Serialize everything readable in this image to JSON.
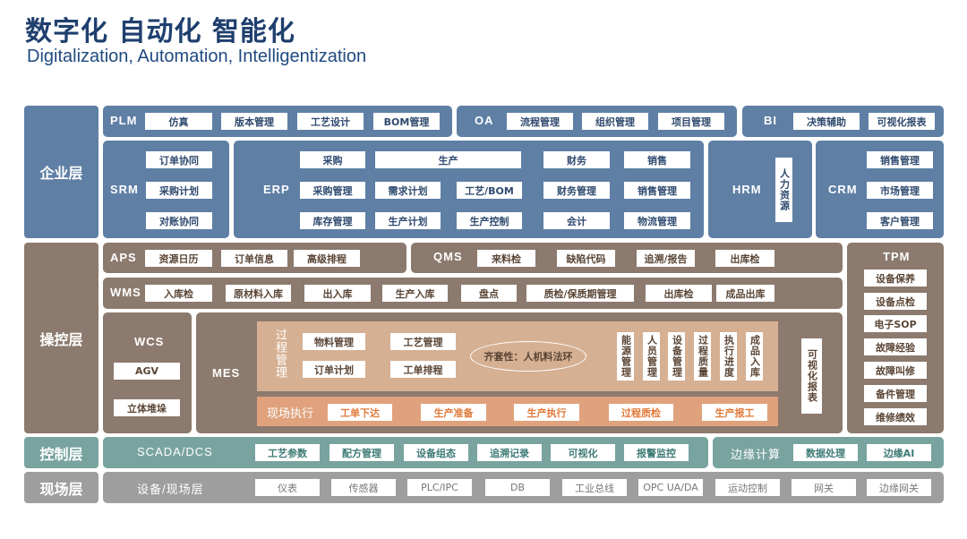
{
  "title": "数字化 自动化 智能化",
  "subtitle": "Digitalization, Automation, Intelligentization",
  "layers": [
    "企业层",
    "操控层",
    "控制层",
    "现场层"
  ],
  "plm": {
    "label": "PLM",
    "items": [
      "仿真",
      "版本管理",
      "工艺设计",
      "BOM管理"
    ]
  },
  "oa": {
    "label": "OA",
    "items": [
      "流程管理",
      "组织管理",
      "项目管理"
    ]
  },
  "bi": {
    "label": "BI",
    "items": [
      "决策辅助",
      "可视化报表"
    ]
  },
  "srm": {
    "label": "SRM",
    "items": [
      "订单协同",
      "采购计划",
      "对账协同"
    ]
  },
  "erp": {
    "label": "ERP",
    "items": [
      "采购",
      "生产",
      "财务",
      "销售",
      "采购管理",
      "需求计划",
      "工艺/BOM",
      "财务管理",
      "销售管理",
      "库存管理",
      "生产计划",
      "生产控制",
      "会计",
      "物流管理"
    ]
  },
  "hrm": {
    "label": "HRM",
    "items": [
      "人力资源"
    ]
  },
  "crm": {
    "label": "CRM",
    "items": [
      "销售管理",
      "市场管理",
      "客户管理"
    ]
  },
  "aps": {
    "label": "APS",
    "items": [
      "资源日历",
      "订单信息",
      "高级排程"
    ]
  },
  "qms": {
    "label": "QMS",
    "items": [
      "来料检",
      "缺陷代码",
      "追溯/报告",
      "出库检"
    ]
  },
  "wms": {
    "label": "WMS",
    "items": [
      "入库检",
      "原材料入库",
      "出入库",
      "生产入库",
      "盘点",
      "质检/保质期管理",
      "出库检",
      "成品出库"
    ]
  },
  "tpm": {
    "label": "TPM",
    "items": [
      "设备保养",
      "设备点检",
      "电子SOP",
      "故障经验",
      "故障叫修",
      "备件管理",
      "维修绩效"
    ]
  },
  "wcs": {
    "label": "WCS",
    "items": [
      "AGV",
      "立体堆垛"
    ]
  },
  "mes": {
    "label": "MES",
    "process_title": "过程管理",
    "process_items": [
      "物料管理",
      "订单计划",
      "工艺管理",
      "工单排程"
    ],
    "ellipse": "齐套性：人机料法环",
    "vertical_items": [
      "能源管理",
      "人员管理",
      "设备管理",
      "过程质量",
      "执行进度",
      "成品入库"
    ],
    "site_title": "现场执行",
    "site_items": [
      "工单下达",
      "生产准备",
      "生产执行",
      "过程质检",
      "生产报工"
    ],
    "report": "可视化报表"
  },
  "scada": {
    "label": "SCADA/DCS",
    "items": [
      "工艺参数",
      "配方管理",
      "设备组态",
      "追溯记录",
      "可视化",
      "报警监控"
    ]
  },
  "edge": {
    "label": "边缘计算",
    "items": [
      "数据处理",
      "边缘AI"
    ]
  },
  "field": {
    "label": "设备/现场层",
    "items": [
      "仪表",
      "传感器",
      "PLC/IPC",
      "DB",
      "工业总线",
      "OPC UA/DA",
      "运动控制",
      "网关",
      "边缘网关"
    ]
  },
  "colors": {
    "enterprise": "#5f7fa5",
    "operation": "#8c7a6e",
    "control": "#78a39f",
    "field": "#9e9e9e"
  }
}
